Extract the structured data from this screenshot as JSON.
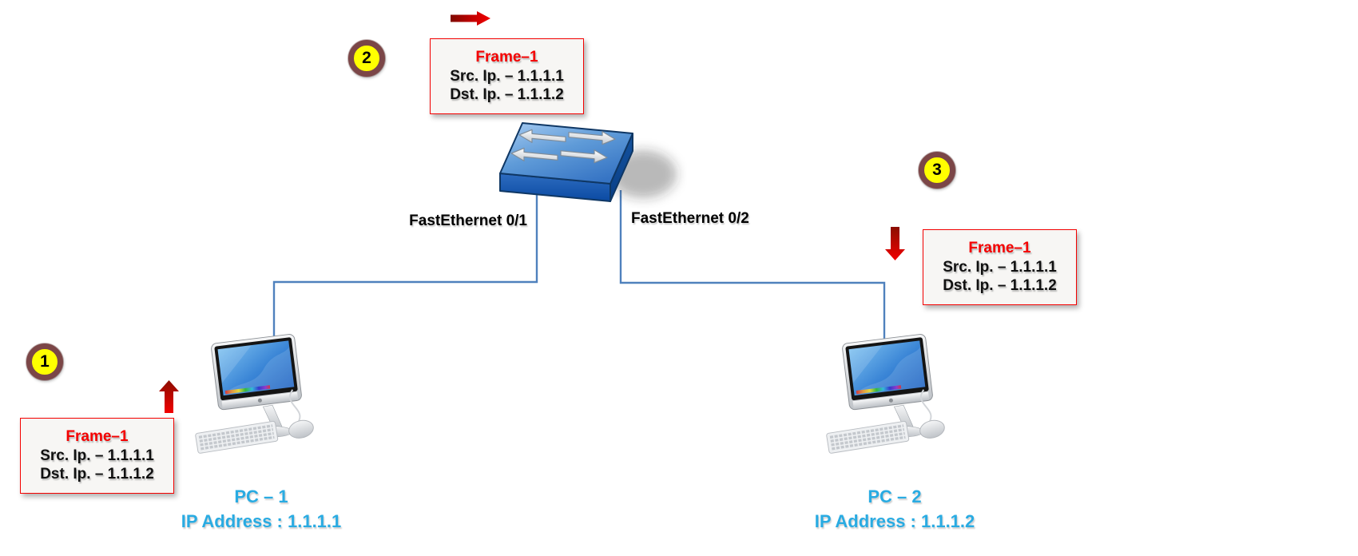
{
  "steps": [
    {
      "label": "1"
    },
    {
      "label": "2"
    },
    {
      "label": "3"
    }
  ],
  "frames": [
    {
      "title": "Frame–1",
      "src": "Src. Ip. – 1.1.1.1",
      "dst": "Dst. Ip. – 1.1.1.2"
    },
    {
      "title": "Frame–1",
      "src": "Src. Ip. – 1.1.1.1",
      "dst": "Dst. Ip. – 1.1.1.2"
    },
    {
      "title": "Frame–1",
      "src": "Src. Ip. – 1.1.1.1",
      "dst": "Dst. Ip. – 1.1.1.2"
    }
  ],
  "switch": {
    "port1_label": "FastEthernet 0/1",
    "port2_label": "FastEthernet 0/2"
  },
  "pc1": {
    "name": "PC – 1",
    "ip_label": "IP Address : 1.1.1.1"
  },
  "pc2": {
    "name": "PC – 2",
    "ip_label": "IP Address : 1.1.1.2"
  },
  "colors": {
    "pc_label_blue": "#29abe2",
    "link_blue": "#4f81bd",
    "frame_red": "#f40000",
    "arrow_red": "#e60000",
    "arrow_dark_red": "#7f0a00",
    "step_fill": "#ffff00",
    "step_ring": "#7b4647",
    "switch_blue": "#2e6cc0"
  }
}
